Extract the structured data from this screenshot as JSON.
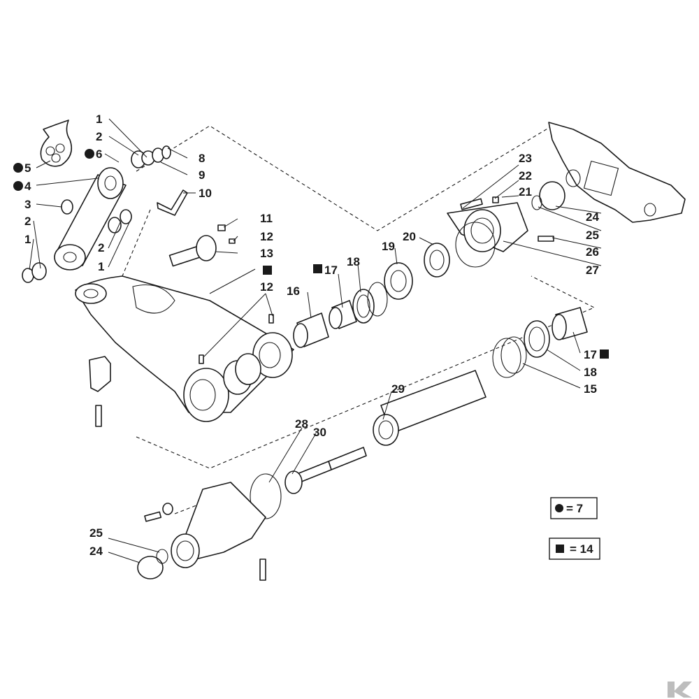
{
  "callouts": {
    "c1a": "1",
    "c2a": "2",
    "c6": "6",
    "c5": "5",
    "c4": "4",
    "c3": "3",
    "c2b": "2",
    "c1b": "1",
    "c2c": "2",
    "c1c": "1",
    "c8": "8",
    "c9": "9",
    "c10": "10",
    "c11": "11",
    "c12a": "12",
    "c13": "13",
    "c12b": "12",
    "c16": "16",
    "c17a": "17",
    "c18a": "18",
    "c19": "19",
    "c20": "20",
    "c23": "23",
    "c22": "22",
    "c21": "21",
    "c24a": "24",
    "c25a": "25",
    "c26": "26",
    "c27": "27",
    "c17b": "17",
    "c18b": "18",
    "c15": "15",
    "c29": "29",
    "c28": "28",
    "c30": "30",
    "c25b": "25",
    "c24b": "24"
  },
  "legend": {
    "circle_value": "= 7",
    "square_value": "= 14"
  },
  "markers": {
    "circle": "circle-symbol",
    "square": "square-symbol"
  },
  "colors": {
    "ink": "#1a1a1a",
    "watermark": "#bdbdbd"
  }
}
